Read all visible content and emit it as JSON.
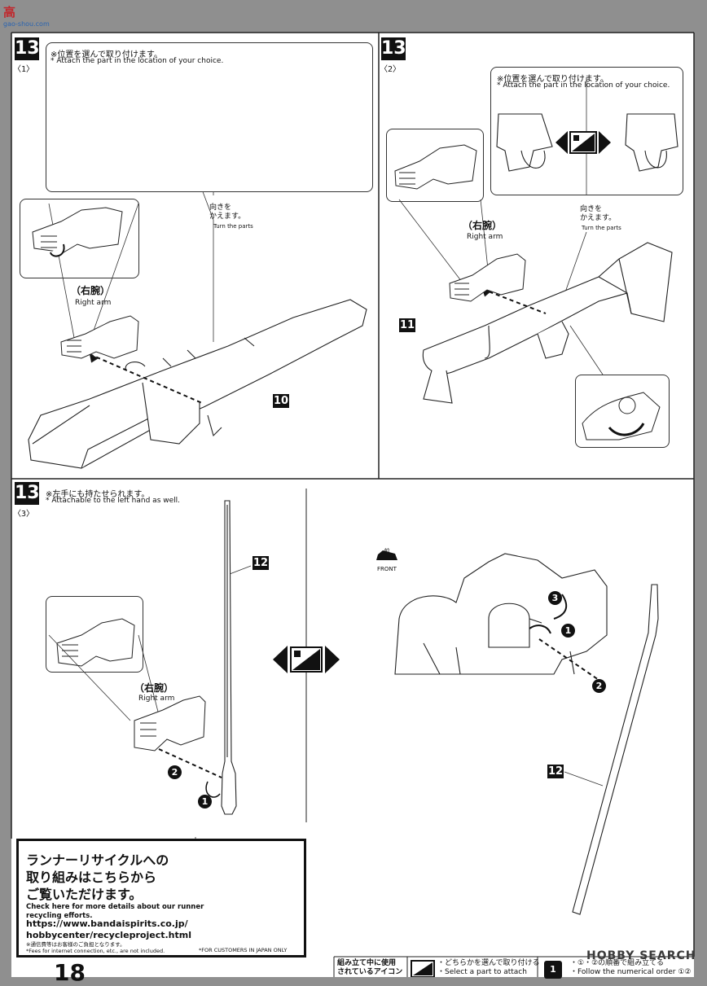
{
  "site_logo": {
    "line1": "高",
    "line2": "gao-shou.com"
  },
  "steps": {
    "step1": {
      "number": "13",
      "sub": "〈1〉",
      "note_ja": "※位置を選んで取り付けます。",
      "note_en": "* Attach the part in the location of your choice.",
      "turn_ja": "向きを\nかえます。",
      "turn_en": "Turn the parts",
      "arm_ja": "（右腕）",
      "arm_en": "Right arm",
      "part": "10"
    },
    "step2": {
      "number": "13",
      "sub": "〈2〉",
      "note_ja": "※位置を選んで取り付けます。",
      "note_en": "* Attach the part in the location of your choice.",
      "turn_ja": "向きを\nかえます。",
      "turn_en": "Turn the parts",
      "arm_ja": "（右腕）",
      "arm_en": "Right arm",
      "part": "11"
    },
    "step3": {
      "number": "13",
      "sub": "〈3〉",
      "note_ja": "※左手にも持たせられます。",
      "note_en": "* Attachable to the left hand as well.",
      "arm_ja": "（右腕）",
      "arm_en": "Right arm",
      "part_left": "12",
      "part_right": "12",
      "front_ja": "前",
      "front_en": "FRONT",
      "order_left": [
        "1",
        "2"
      ],
      "order_right": [
        "3",
        "1",
        "2"
      ]
    }
  },
  "recycle": {
    "title_ja": [
      "ランナーリサイクルへの",
      "取り組みはこちらから",
      "ご覧いただけます。"
    ],
    "text_en": [
      "Check here for more details about our runner",
      "recycling efforts."
    ],
    "url": [
      "https://www.bandaispirits.co.jp/",
      "hobbycenter/recycleproject.html"
    ],
    "fee_ja": "※通信費等はお客様のご負担となります。",
    "fee_en": "*Fees for internet connection, etc., are not included.",
    "japan_only": "*FOR CUSTOMERS IN JAPAN ONLY"
  },
  "legend": {
    "heading_ja": [
      "組み立て中に使用",
      "されているアイコン"
    ],
    "select_ja": "・どちらかを選んで取り付ける",
    "select_en": "・Select a part to attach",
    "order_ja": "・①・②の順番で組み立てる",
    "order_en": "・Follow the numerical order ①②",
    "order_num": "1"
  },
  "page_number": "18",
  "watermark": "HOBBY SEARCH"
}
